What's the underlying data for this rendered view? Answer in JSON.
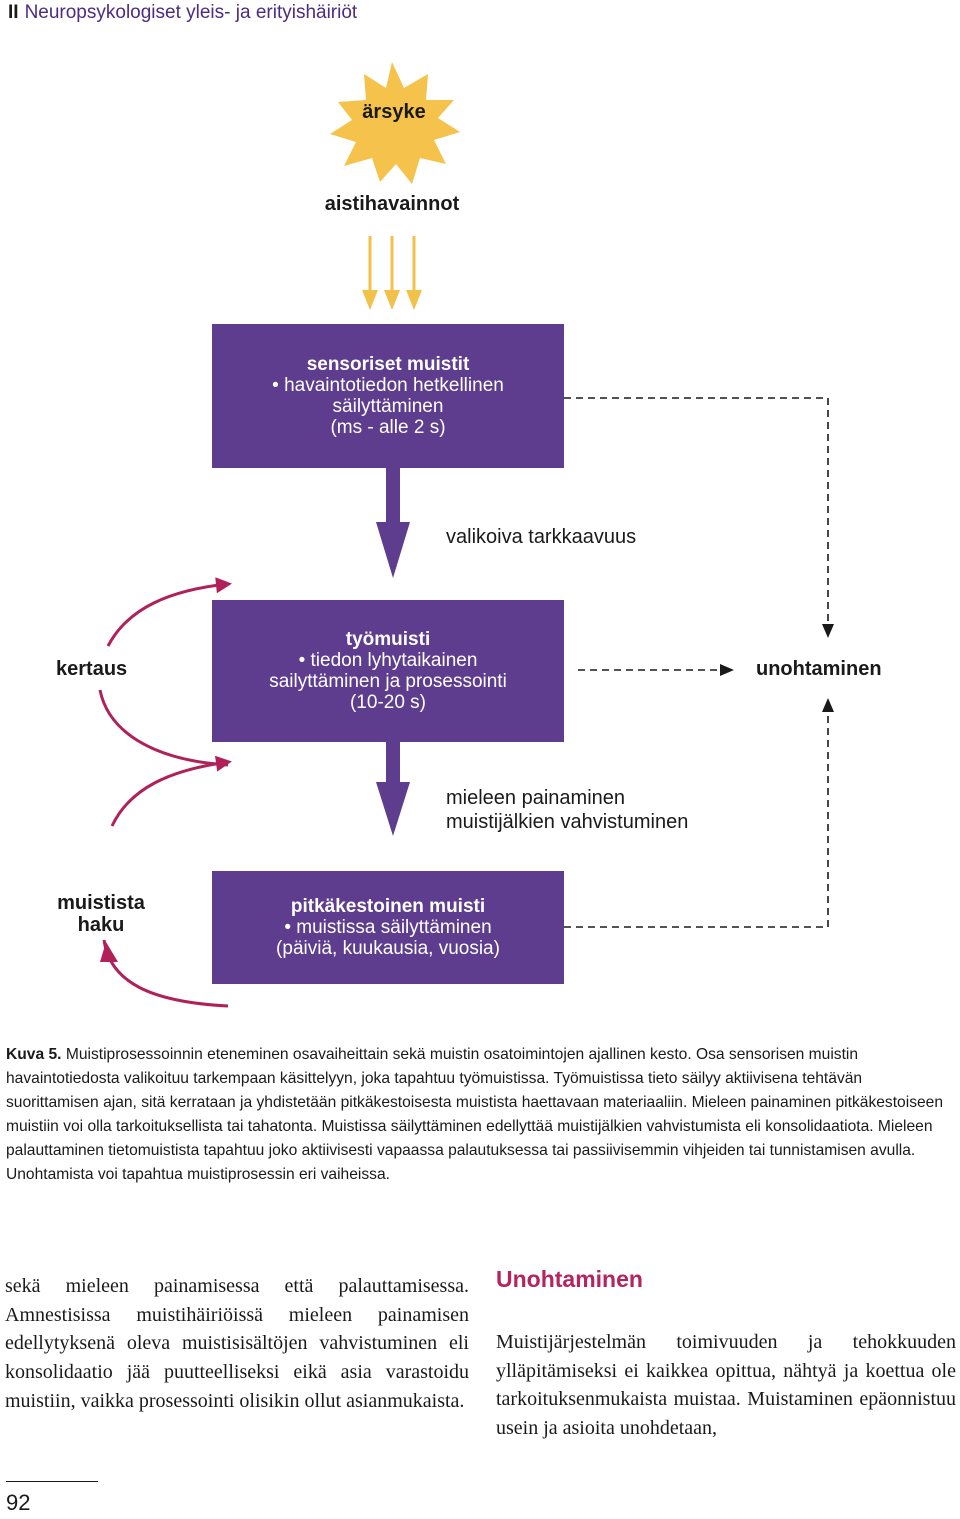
{
  "header": {
    "part": "II",
    "title": "Neuropsykologiset yleis- ja erityishäiriöt"
  },
  "diagram": {
    "stimulus": "ärsyke",
    "perceptions": "aistihavainnot",
    "sensory_box": {
      "title": "sensoriset muistit",
      "line1": "• havaintotiedon hetkellinen",
      "line2": "säilyttäminen",
      "line3": "(ms - alle 2 s)"
    },
    "selective_attention": "valikoiva tarkkaavuus",
    "working_box": {
      "title": "työmuisti",
      "line1": "• tiedon lyhytaikainen",
      "line2": "sailyttäminen ja prosessointi",
      "line3": "(10-20 s)"
    },
    "rehearsal": "kertaus",
    "forgetting": "unohtaminen",
    "encoding": {
      "line1": "mieleen painaminen",
      "line2": "muistijälkien vahvistuminen"
    },
    "retrieval": {
      "line1": "muistista",
      "line2": "haku"
    },
    "longterm_box": {
      "title": "pitkäkestoinen muisti",
      "line1": "• muistissa säilyttäminen",
      "line2": "(päiviä, kuukausia, vuosia)"
    },
    "colors": {
      "box": "#5e3d8f",
      "arrow_yellow": "#f2c14a",
      "star": "#f5c24b",
      "loop": "#b0215a"
    }
  },
  "caption": {
    "label": "Kuva 5.",
    "text": "Muistiprosessoinnin eteneminen osavaiheittain sekä muistin osatoimintojen ajallinen kesto. Osa sensorisen muistin havaintotiedosta valikoituu tarkempaan käsittelyyn, joka tapahtuu työmuistissa. Työmuistissa tieto säilyy aktiivisena tehtävän suorittamisen ajan, sitä kerrataan ja yhdistetään pitkäkestoisesta muistista haettavaan materiaaliin. Mieleen painaminen pitkäkestoiseen muistiin voi olla tarkoituksellista tai tahatonta. Muistissa säilyttäminen edellyttää muistijälkien vahvistumista eli konsolidaatiota. Mieleen palauttaminen tietomuistista tapahtuu joko aktiivisesti vapaassa palautuksessa tai passiivisemmin vihjeiden tai tunnistamisen avulla. Unohtamista voi tapahtua muistiprosessin eri vaiheissa."
  },
  "body_left": "sekä mieleen painamisessa että palauttamisessa. Amnestisissa muistihäiriöissä mieleen painamisen edellytyksenä oleva muistisisältöjen vahvistuminen eli konsolidaatio jää puutteelliseksi eikä asia varastoidu muistiin, vaikka prosessointi olisikin ollut asianmukaista.",
  "section_heading": "Unohtaminen",
  "body_right": "Muistijärjestelmän toimivuuden ja tehokkuuden ylläpitämiseksi ei kaikkea opittua, nähtyä ja koettua ole tarkoituksenmukaista muistaa. Muistaminen epäonnistuu usein ja asioita unohdetaan,",
  "page_number": "92"
}
